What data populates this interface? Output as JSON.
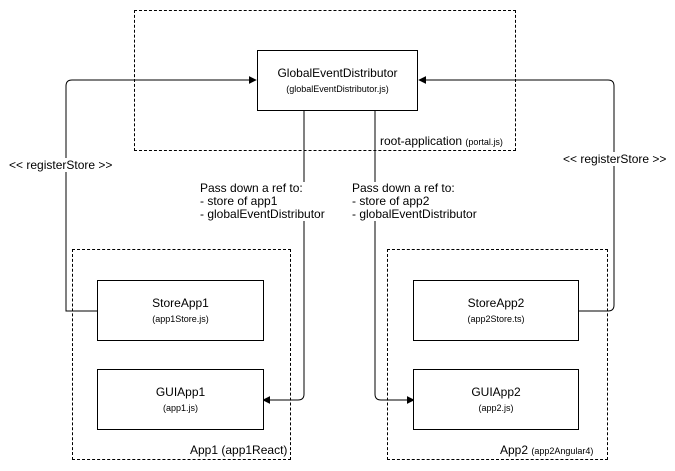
{
  "root_container": {
    "label": "root-application",
    "sublabel": "(portal.js)"
  },
  "global_event_distributor": {
    "title": "GlobalEventDistributor",
    "file": "(globalEventDistributor.js)"
  },
  "app1_container": {
    "label": "App1 (app1React)"
  },
  "app2_container": {
    "label": "App2",
    "sublabel": "(app2Angular4)"
  },
  "store_app1": {
    "title": "StoreApp1",
    "file": "(app1Store.js)"
  },
  "gui_app1": {
    "title": "GUIApp1",
    "file": "(app1.js)"
  },
  "store_app2": {
    "title": "StoreApp2",
    "file": "(app2Store.ts)"
  },
  "gui_app2": {
    "title": "GUIApp2",
    "file": "(app2.js)"
  },
  "edge_labels": {
    "register_store_left": "<< registerStore >>",
    "register_store_right": "<< registerStore >>",
    "pass_down_app1": {
      "line1": "Pass down a ref to:",
      "line2": "- store of app1",
      "line3": "- globalEventDistributor"
    },
    "pass_down_app2": {
      "line1": "Pass down a ref to:",
      "line2": "- store of app2",
      "line3": "- globalEventDistributor"
    }
  }
}
